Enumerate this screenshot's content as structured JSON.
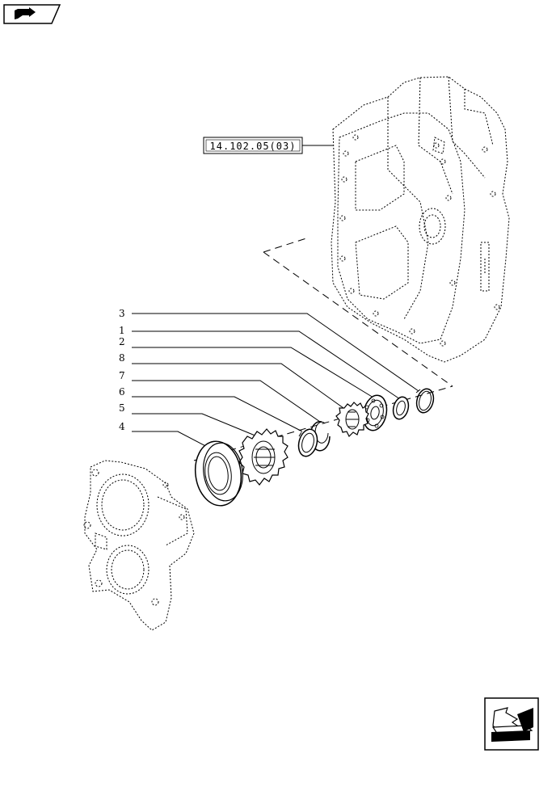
{
  "header": {
    "nav_icon": "book-arrow-icon"
  },
  "reference_box": {
    "label": "14.102.05(03)"
  },
  "callouts": [
    {
      "number": "3"
    },
    {
      "number": "1"
    },
    {
      "number": "2"
    },
    {
      "number": "8"
    },
    {
      "number": "7"
    },
    {
      "number": "6"
    },
    {
      "number": "5"
    },
    {
      "number": "4"
    }
  ],
  "footer": {
    "nav_icon": "next-page-arrow-icon"
  }
}
